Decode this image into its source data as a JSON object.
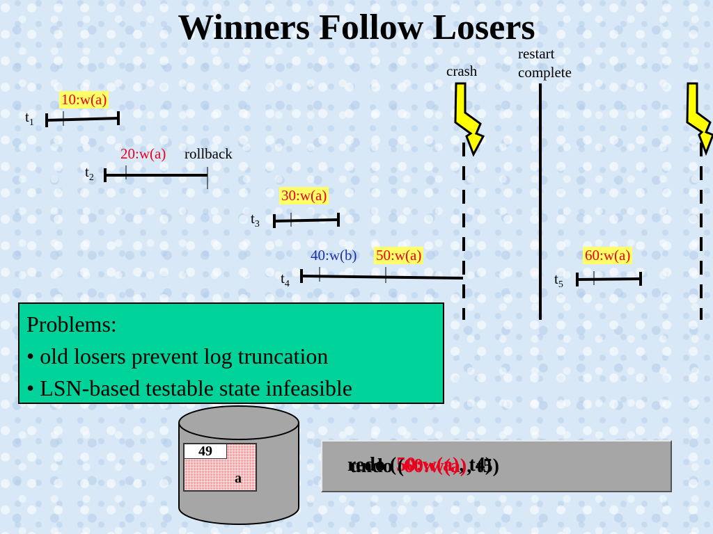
{
  "title": "Winners Follow Losers",
  "markers": {
    "crash": "crash",
    "restart_line1": "restart",
    "restart_line2": "complete"
  },
  "transactions": [
    {
      "id": "t1",
      "name": "t",
      "sub": "1"
    },
    {
      "id": "t2",
      "name": "t",
      "sub": "2"
    },
    {
      "id": "t3",
      "name": "t",
      "sub": "3"
    },
    {
      "id": "t4",
      "name": "t",
      "sub": "4"
    },
    {
      "id": "t5",
      "name": "t",
      "sub": "5"
    }
  ],
  "events": {
    "e10": "10:w(a)",
    "e20": "20:w(a)",
    "rollback": "rollback",
    "e30": "30:w(a)",
    "e40": "40:w(b)",
    "e50": "50:w(a)",
    "e60": "60:w(a)"
  },
  "colors": {
    "write_a": "#e8001c",
    "write_b": "#1b2fa8",
    "highlight": "#ffff66",
    "problems_bg": "#00d39a",
    "lightning": "#ffff00"
  },
  "problems": {
    "heading": "Problems:",
    "items": [
      "• old losers prevent log truncation",
      "• LSN-based testable state infeasible"
    ]
  },
  "database": {
    "page_lsn": "49",
    "page_var": "a"
  },
  "redo_box": {
    "line1_prefix": "redo (",
    "line1_op": "50:w(a)",
    "line1_suffix": ", t4)",
    "line2_prefix": "undo (",
    "line2_op": "60:w(a)",
    "line2_suffix": ", t5)"
  },
  "icons": [
    "lightning-icon",
    "database-cylinder-icon"
  ]
}
